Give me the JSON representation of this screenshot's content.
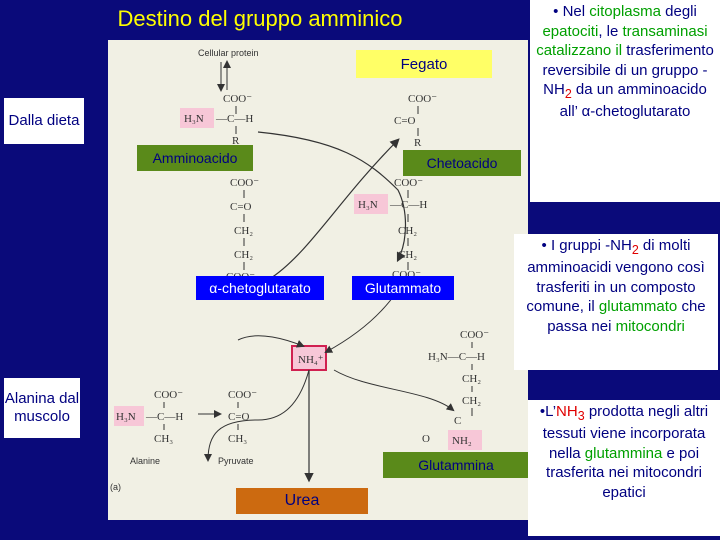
{
  "title": "Destino del gruppo amminico",
  "labels": {
    "fegato": "Fegato",
    "dalla_dieta": "Dalla dieta",
    "amminoacido": "Amminoacido",
    "chetoacido": "Chetoacido",
    "chetoglutarato": "α-chetoglutarato",
    "glutammato": "Glutammato",
    "alanina": "Alanina dal muscolo",
    "glutammina": "Glutammina",
    "urea": "Urea"
  },
  "figure_text": {
    "cellular_protein": "Cellular protein",
    "alanine": "Alanine",
    "pyruvate": "Pyruvate",
    "panel": "(a)"
  },
  "panels": {
    "p1": {
      "pre1": "• Nel ",
      "h1": "citoplasma",
      "mid1": " degli ",
      "h2": "epatociti",
      "mid2": ", le ",
      "h3": "transaminasi",
      "mid3": " ",
      "h4": "catalizzano il",
      "post": " trasferimento reversibile di un gruppo -NH",
      "sub": "2",
      "tail": " da un amminoacido  all’ α-chetoglutarato"
    },
    "p2": {
      "pre": "• I gruppi -NH",
      "sub": "2",
      "mid": " di molti amminoacidi vengono così trasferiti in un composto comune, il ",
      "h1": "glutammato",
      "mid2": " che passa nei ",
      "h2": "mitocondri"
    },
    "p3": {
      "pre": "•L’",
      "nh": "NH",
      "sub": "3",
      "mid": " prodotta negli altri tessuti viene incorporata nella ",
      "h1": "glutammina",
      "post": " e poi trasferita nei mitocondri epatici"
    }
  },
  "colors": {
    "background": "#0a0a7a",
    "title": "#ffff00",
    "highlight": "#00a000",
    "nh2_red": "#e00000",
    "yellow_box": "#ffff66",
    "green_box": "#5a8a1a",
    "blue_box": "#0000ff",
    "orange_box": "#cc6a10"
  }
}
